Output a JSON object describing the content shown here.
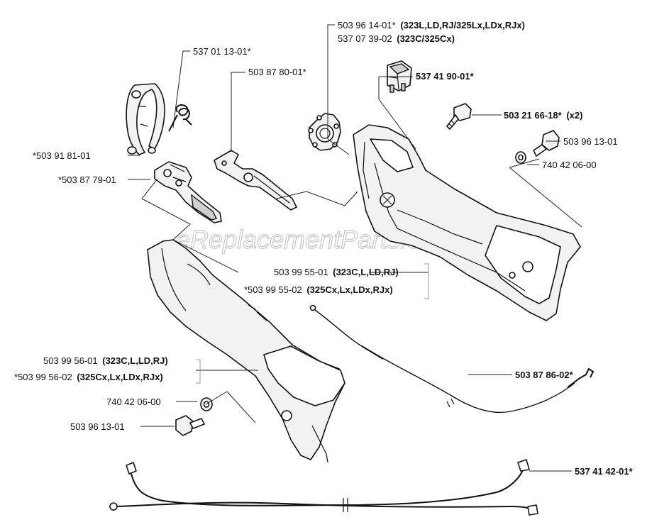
{
  "watermark": "eReplacementParts.com",
  "labels": {
    "p1": {
      "num": "537 01 13-01*",
      "models": ""
    },
    "p2": {
      "num": "503 87 80-01*",
      "models": ""
    },
    "p3a": {
      "num": "503 96 14-01*",
      "models": "(323L,LD,RJ/325Lx,LDx,RJx)"
    },
    "p3b": {
      "num": "537 07 39-02",
      "models": "(323C/325Cx)"
    },
    "p4": {
      "num": "537 41 90-01*",
      "models": ""
    },
    "p5": {
      "num": "503 21 66-18*",
      "models": "(x2)"
    },
    "p6": {
      "num": "503 96 13-01",
      "models": ""
    },
    "p7": {
      "num": "740 42 06-00",
      "models": ""
    },
    "p8": {
      "num": "*503 91 81-01",
      "models": ""
    },
    "p9": {
      "num": "*503 87 79-01",
      "models": ""
    },
    "p10a": {
      "num": "503 99 55-01",
      "models": "(323C,L,LD,RJ)"
    },
    "p10b": {
      "num": "*503 99 55-02",
      "models": "(325Cx,Lx,LDx,RJx)"
    },
    "p11": {
      "num": "503 87 86-02*",
      "models": ""
    },
    "p12a": {
      "num": "503 99 56-01",
      "models": "(323C,L,LD,RJ)"
    },
    "p12b": {
      "num": "*503 99 56-02",
      "models": "(325Cx,Lx,LDx,RJx)"
    },
    "p13": {
      "num": "740 42 06-00",
      "models": ""
    },
    "p14": {
      "num": "503 96 13-01",
      "models": ""
    },
    "p15": {
      "num": "537 41 42-01*",
      "models": ""
    }
  }
}
